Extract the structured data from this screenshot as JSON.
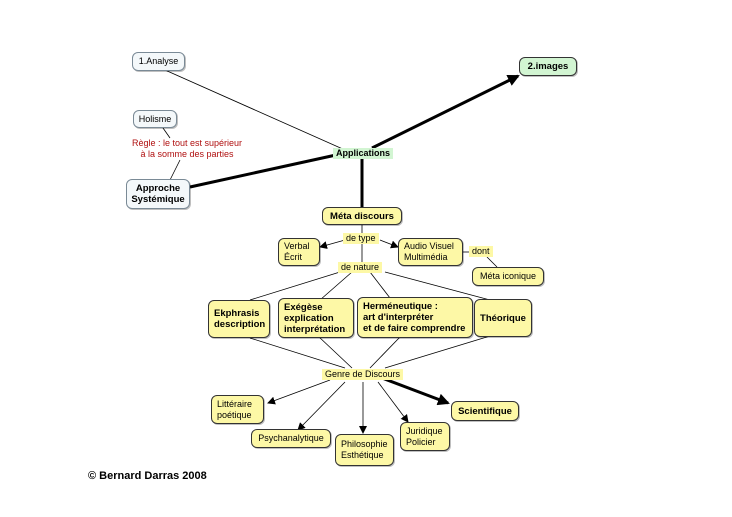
{
  "nodes": {
    "analyse": "1.Analyse",
    "images": "2.images",
    "holisme": "Holisme",
    "regle_line1": "Règle : le tout est supérieur",
    "regle_line2": "à la somme des parties",
    "approche_line1": "Approche",
    "approche_line2": "Systémique",
    "applications": "Applications",
    "meta_discours": "Méta discours",
    "de_type": "de type",
    "verbal_line1": "Verbal",
    "verbal_line2": "Écrit",
    "audio_line1": "Audio Visuel",
    "audio_line2": "Multimédia",
    "dont": "dont",
    "meta_iconique": "Méta iconique",
    "de_nature": "de nature",
    "ekphrasis_line1": "Ekphrasis",
    "ekphrasis_line2": "description",
    "exegese_line1": "Exégèse",
    "exegese_line2": "explication",
    "exegese_line3": "interprétation",
    "hermeneutique_line1": "Herméneutique :",
    "hermeneutique_line2": "art d'interpréter",
    "hermeneutique_line3": "et de faire comprendre",
    "theorique": "Théorique",
    "genre": "Genre de Discours",
    "litteraire_line1": "Littéraire",
    "litteraire_line2": "poétique",
    "psychanalytique": "Psychanalytique",
    "philosophie_line1": "Philosophie",
    "philosophie_line2": "Esthétique",
    "juridique_line1": "Juridique",
    "juridique_line2": "Policier",
    "scientifique": "Scientifique"
  },
  "copyright": "© Bernard Darras 2008"
}
